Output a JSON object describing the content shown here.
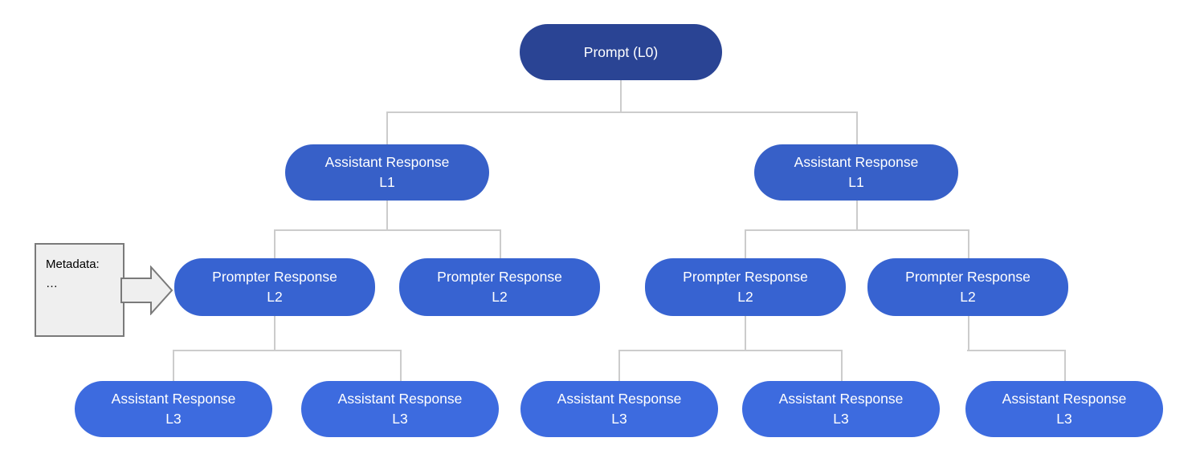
{
  "diagram": {
    "title": "conversation-tree",
    "colors": {
      "level0_fill": "#2a4494",
      "level1_fill": "#3760c8",
      "level2_fill": "#3763d1",
      "level3_fill": "#3d6bdf",
      "node_text": "#ffffff",
      "connector": "#cccccc",
      "callout_fill": "#efefef",
      "callout_border": "#7a7a7a",
      "callout_text": "#000000"
    },
    "nodes": [
      {
        "id": "l0",
        "level": 0,
        "line1": "Prompt (L0)",
        "line2": ""
      },
      {
        "id": "l1a",
        "level": 1,
        "line1": "Assistant Response",
        "line2": "L1"
      },
      {
        "id": "l1b",
        "level": 1,
        "line1": "Assistant Response",
        "line2": "L1"
      },
      {
        "id": "l2a",
        "level": 2,
        "line1": "Prompter Response",
        "line2": "L2"
      },
      {
        "id": "l2b",
        "level": 2,
        "line1": "Prompter Response",
        "line2": "L2"
      },
      {
        "id": "l2c",
        "level": 2,
        "line1": "Prompter Response",
        "line2": "L2"
      },
      {
        "id": "l2d",
        "level": 2,
        "line1": "Prompter Response",
        "line2": "L2"
      },
      {
        "id": "l3a",
        "level": 3,
        "line1": "Assistant Response",
        "line2": "L3"
      },
      {
        "id": "l3b",
        "level": 3,
        "line1": "Assistant Response",
        "line2": "L3"
      },
      {
        "id": "l3c",
        "level": 3,
        "line1": "Assistant Response",
        "line2": "L3"
      },
      {
        "id": "l3d",
        "level": 3,
        "line1": "Assistant Response",
        "line2": "L3"
      },
      {
        "id": "l3e",
        "level": 3,
        "line1": "Assistant Response",
        "line2": "L3"
      }
    ],
    "edges": [
      [
        "l0",
        "l1a"
      ],
      [
        "l0",
        "l1b"
      ],
      [
        "l1a",
        "l2a"
      ],
      [
        "l1a",
        "l2b"
      ],
      [
        "l1b",
        "l2c"
      ],
      [
        "l1b",
        "l2d"
      ],
      [
        "l2a",
        "l3a"
      ],
      [
        "l2a",
        "l3b"
      ],
      [
        "l2c",
        "l3c"
      ],
      [
        "l2c",
        "l3d"
      ],
      [
        "l2d",
        "l3e"
      ]
    ],
    "callout": {
      "line1": "Metadata:",
      "line2": "…",
      "points_to": "l2a"
    }
  }
}
